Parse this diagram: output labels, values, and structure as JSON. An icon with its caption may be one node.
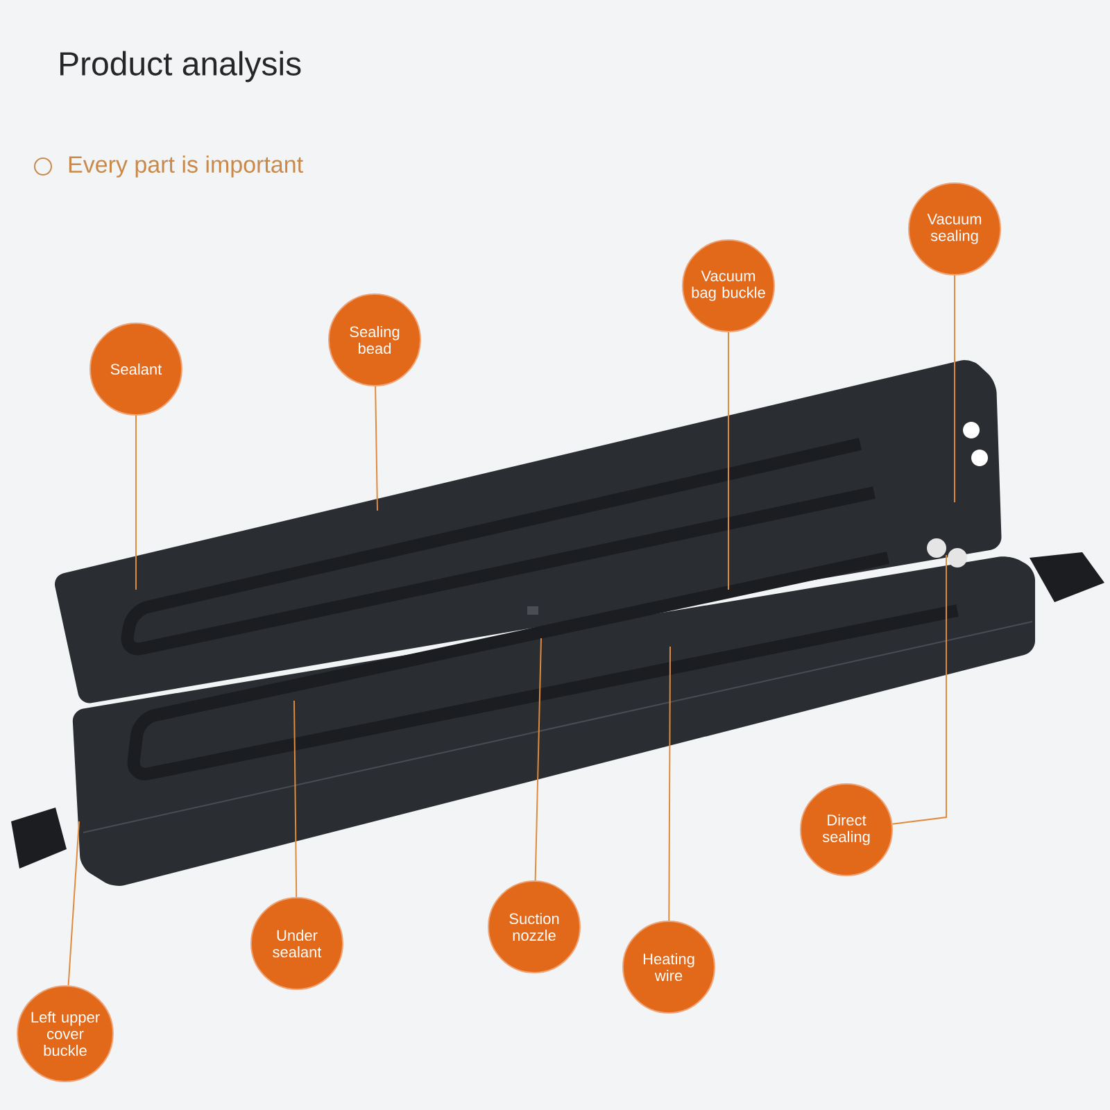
{
  "diagram": {
    "title": "Product analysis",
    "nodes": [
      {
        "text": [
          "Sealant"
        ]
      },
      {
        "text": [
          "Sealing bead"
        ]
      },
      {
        "text": [
          "Vacuum bag buckle"
        ]
      },
      {
        "text": [
          "Vacuum sealing"
        ]
      },
      {
        "text": [
          "Direct sealing"
        ]
      },
      {
        "text": [
          "Under sealant"
        ]
      },
      {
        "text": [
          "Suction nozzle"
        ]
      },
      {
        "text": [
          "Heating wire"
        ]
      },
      {
        "text": [
          "Left upper cover buckle"
        ]
      }
    ],
    "edges": [
      {
        "from": 0,
        "to": null,
        "arrow": "none"
      },
      {
        "from": 1,
        "to": null,
        "arrow": "none"
      },
      {
        "from": 2,
        "to": null,
        "arrow": "none"
      },
      {
        "from": 3,
        "to": null,
        "arrow": "none"
      },
      {
        "from": 4,
        "to": null,
        "arrow": "none"
      },
      {
        "from": 5,
        "to": null,
        "arrow": "none"
      },
      {
        "from": 6,
        "to": null,
        "arrow": "none"
      },
      {
        "from": 7,
        "to": null,
        "arrow": "none"
      },
      {
        "from": 8,
        "to": null,
        "arrow": "none"
      }
    ],
    "labels": [
      "Every part is important"
    ]
  }
}
